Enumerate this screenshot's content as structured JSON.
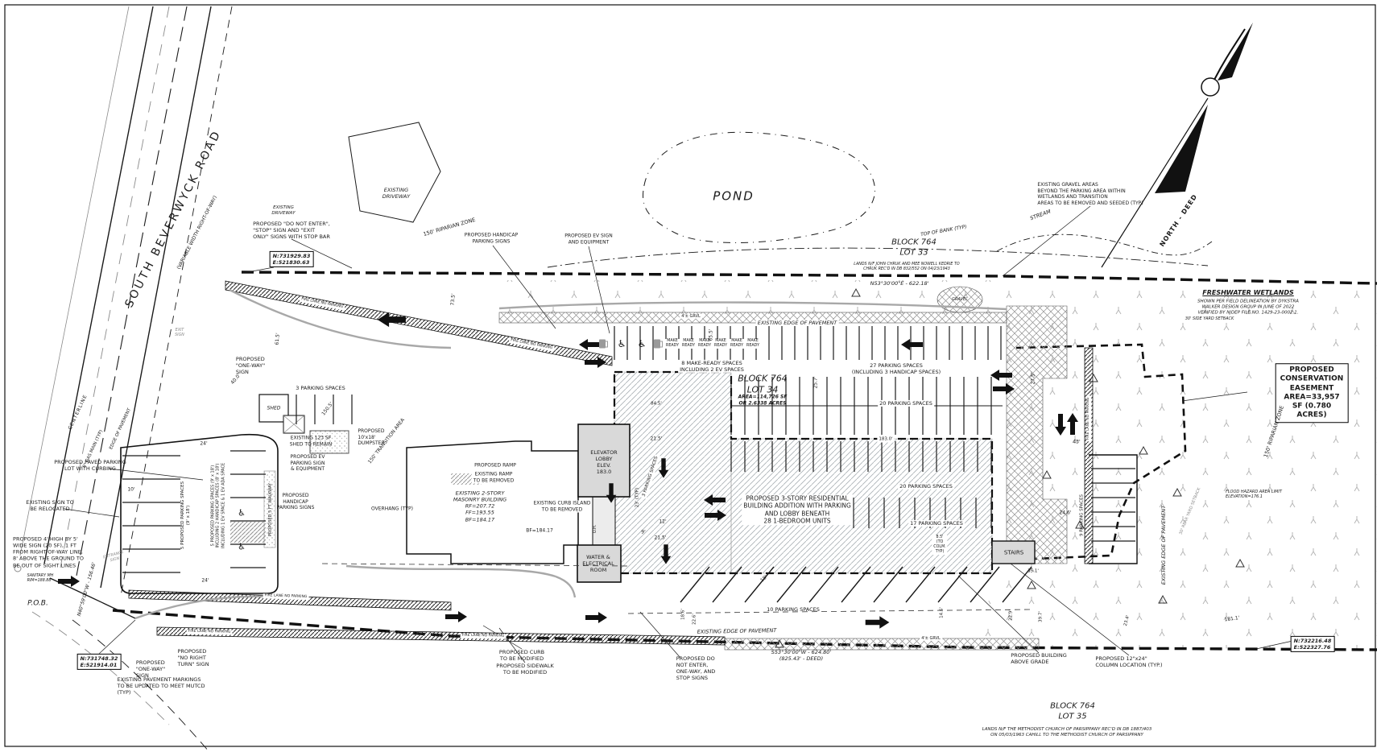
{
  "roads": {
    "name": "SOUTH BEVERWYCK ROAD",
    "row": "(VARIABLE WIDTH RIGHT-OF-WAY)",
    "centerline": "CENTERLINE",
    "edge": "EDGE OF PAVEMENT",
    "gas": "6\" GAS MAIN (TYP)",
    "bearing_west": "N40°59'00\"W - 156.46'"
  },
  "site": {
    "pond": "POND",
    "top_of_bank": "TOP OF BANK (TYP)",
    "stream": "STREAM",
    "north_deed": "NORTH - DEED",
    "pob": "P.O.B.",
    "gravel": "GRAVEL",
    "grvl": "4'± GRVL",
    "shed": "SHED",
    "exit_sign": "EXIT\nSIGN",
    "entrance_sign": "ENTRANCE\nSIGN",
    "sanitary": "SANITARY MH\nRIM=188.88"
  },
  "blocks": {
    "b33": "BLOCK 764\nLOT 33",
    "b33_lands": "LANDS N/F JOHN CHRUK AND MEE NOWELL KEDRIE TO\nCHRUK REC'D IN DB 832/552 ON 04/23/1943",
    "bearing_north": "N53°30'00\"E - 622.18'",
    "b34": "BLOCK 764\nLOT 34",
    "b34_area": "AREA=114,726 SF\nOR 2.6338 ACRES",
    "b35": "BLOCK 764\nLOT 35",
    "b35_lands": "LANDS N/F THE METHODIST CHURCH OF PARSIPPANY REC'D IN DB 1887/403\nON 05/03/1963 CAHILL TO THE METHODIST CHURCH OF PARSIPPANY",
    "bearing_south": "S53°30'00\"W - 624.80'\n(825.43' - DEED)"
  },
  "wetlands": {
    "title": "FRESHWATER WETLANDS",
    "note": "SHOWN PER FIELD DELINEATION BY DYKSTRA\nWALKER DESIGN GROUP IN JUNE OF 2022\nVERIFIED BY NJDEP FILE NO. 1429-23-0002.1.",
    "conservation": "PROPOSED CONSERVATION\nEASEMENT\nAREA=33,957 SF (0.780 ACRES)",
    "riparian": "150' RIPARIAN ZONE",
    "flood": "FLOOD HAZARD AREA LIMIT\nELEVATION=176.1",
    "side_setback": "30' SIDE YARD SETBACK",
    "rear_setback": "30' REAR YARD SETBACK",
    "transition": "150' TRANSITION AREA"
  },
  "building": {
    "note": "PROPOSED 3-STORY RESIDENTIAL\nBUILDING ADDITION WITH PARKING\nAND LOBBY BENEATH\n28 1-BEDROOM UNITS",
    "existing": "EXISTING 2-STORY\nMASONRY BUILDING\nRF=207.72\nFF=193.55\nBF=184.17",
    "elevator": "ELEVATOR\nLOBBY\nELEV.\n183.0",
    "water_room": "WATER &\nELECTRICAL\nROOM",
    "stairs": "STAIRS",
    "bf": "BF=184.17",
    "oh": "O.H.",
    "overhang": "OVERHANG (TYP)",
    "above_grade": "PROPOSED BUILDING\nABOVE GRADE",
    "column": "PROPOSED 12\"x24\"\nCOLUMN LOCATION (TYP.)",
    "col_dim": "8.5'\n(TO\nCOLM.\nTYP)"
  },
  "parking": {
    "p27": "27 PARKING SPACES\n(INCLUDING 3 HANDICAP SPACES)",
    "p20": "20 PARKING SPACES",
    "p17": "17 PARKING SPACES",
    "p10": "10 PARKING SPACES",
    "p9": "9 PARKING SPACES",
    "p3": "3 PARKING SPACES",
    "p5a": "5 PROPOSED PARKING SPACES\n(9' x 18')",
    "p5b": "5 PROPOSED PARKING SPACES (9' x 18')\nINCLUDING 2 HANDICAP SPACES (8' x 18')\nINCLUDING 1 EV SPACE & 1 EV ADA SPACE",
    "make_ready": "MAKE\nREADY",
    "make_ready_note": "8 MAKE-READY SPACES\nINCLUDING 2 EV SPACES",
    "fire_lane": "FIRE LANE NO PARKING",
    "walkway": "PROPOSED 5 FT WALKWAY"
  },
  "notes": {
    "do_not_enter": "PROPOSED \"DO NOT ENTER\",\n\"STOP\" SIGN AND \"EXIT\nONLY\" SIGNS WITH STOP BAR",
    "gravel_areas": "EXISTING GRAVEL AREAS\nBEYOND THE PARKING AREA WITHIN\nWETLANDS AND TRANSITION\nAREAS TO BE REMOVED AND SEEDED (TYP)",
    "existing_driveway": "EXISTING\nDRIVEWAY",
    "one_way": "PROPOSED\n\"ONE-WAY\"\nSIGN",
    "no_right_turn": "PROPOSED\n\"NO RIGHT\nTURN\" SIGN",
    "pavement_markings": "EXISTING PAVEMENT MARKINGS\nTO BE UPDATED TO MEET MUTCD\n(TYP)",
    "paved_parking": "PROPOSED PAVED PARKING\nLOT WITH CURBING",
    "sign_relocated": "EXISTING SIGN TO\nBE RELOCATED",
    "big_sign": "PROPOSED 4' HIGH BY 5'\nWIDE SIGN (20 SF), 1 FT\nFROM RIGHT-OF-WAY LINE,\n8' ABOVE THE GROUND TO\nBE OUT OF SIGHT LINES",
    "dumpster": "PROPOSED\n10'x18'\nDUMPSTER",
    "shed_remain": "EXISTING 123 SF\nSHED TO REMAIN",
    "ev_top": "PROPOSED EV SIGN\nAND EQUIPMENT",
    "ev_left": "PROPOSED EV\nPARKING SIGN\n& EQUIPMENT",
    "hc_top": "PROPOSED HANDICAP\nPARKING SIGNS",
    "hc_left": "PROPOSED\nHANDICAP\nPARKING SIGNS",
    "ramp": "PROPOSED RAMP",
    "ramp_removed": "EXISTING RAMP\nTO BE REMOVED",
    "curb_island": "EXISTING CURB ISLAND\nTO BE REMOVED",
    "curb_mod": "PROPOSED CURB\nTO BE MODIFIED",
    "sidewalk_mod": "PROPOSED SIDEWALK\nTO BE MODIFIED",
    "signs": "PROPOSED DO\nNOT ENTER,\nONE-WAY, AND\nSTOP SIGNS",
    "edge_pavement": "EXISTING EDGE OF PAVEMENT"
  },
  "coords": {
    "nw": "N:731929.83\nE:521830.63",
    "sw": "N:731748.32\nE:521914.01",
    "se": "N:732216.48\nE:522327.76"
  },
  "dims": [
    "24'",
    "10'",
    "40.0'",
    "61.5'",
    "73.5'",
    "150.5'",
    "65.5'",
    "25.7'",
    "27.5'",
    "43'",
    "24.6'",
    "183.0'",
    "21.5'",
    "12'",
    "9'",
    "23' (TYP)",
    "18'",
    "18.6'",
    "22.6'",
    "14.6'",
    "22.9'",
    "39.7'",
    "23.4'",
    "35.1'",
    "181.1'",
    "84.5'"
  ]
}
